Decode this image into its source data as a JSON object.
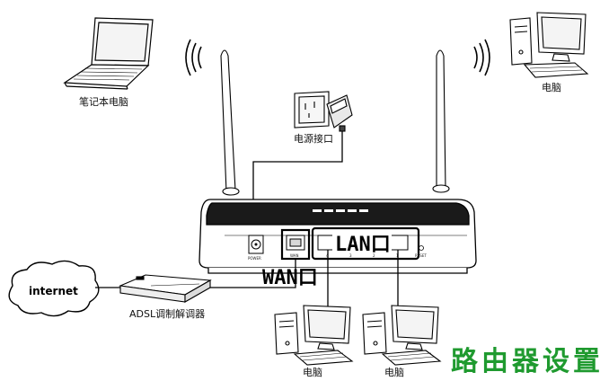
{
  "labels": {
    "laptop": "笔记本电脑",
    "pc_top_right": "电脑",
    "power_outlet": "电源接口",
    "lan_port": "LAN口",
    "wan_port": "WAN口",
    "internet": "internet",
    "modem": "ADSL调制解调器",
    "pc_bottom_left": "电脑",
    "pc_bottom_right": "电脑"
  },
  "router_ports": {
    "power": "POWER",
    "wan": "WAN",
    "lan_numbers": [
      "4",
      "3",
      "2",
      "1"
    ],
    "reset": "RESET"
  },
  "watermark": {
    "text": "路由器设置",
    "color": "#1f9a2f"
  }
}
